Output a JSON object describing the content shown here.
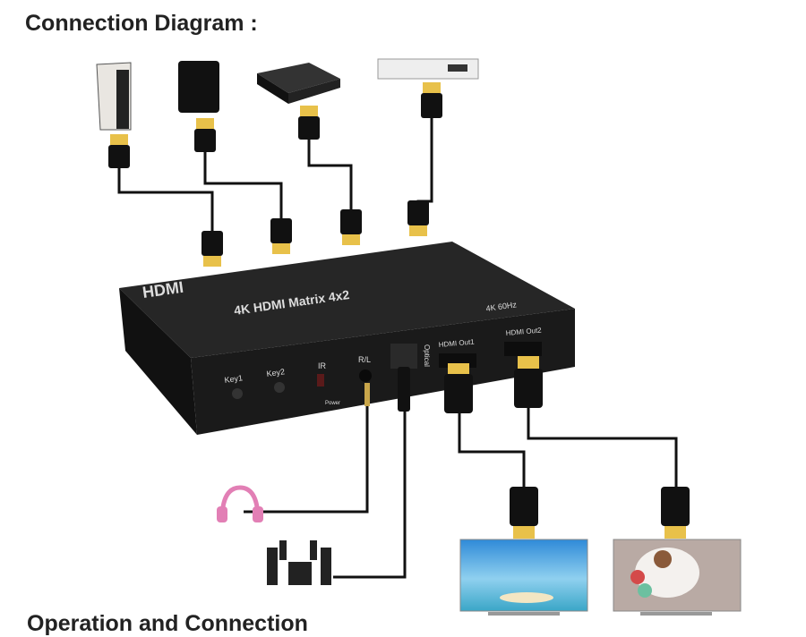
{
  "title": "Connection Diagram :",
  "next_section": "Operation and Connection",
  "device": {
    "brand": "HDMI",
    "name": "4K HDMI Matrix 4x2",
    "spec": "4K 60Hz",
    "labels": {
      "key1": "Key1",
      "key2": "Key2",
      "ir": "IR",
      "rl": "R/L",
      "power": "Power",
      "optical": "Optical",
      "out1": "HDMI Out1",
      "out2": "HDMI Out2"
    }
  },
  "colors": {
    "device": "#1a1a1a",
    "cable": "#111111",
    "connector": "#e8c14a",
    "headphones": "#e27fb5"
  }
}
